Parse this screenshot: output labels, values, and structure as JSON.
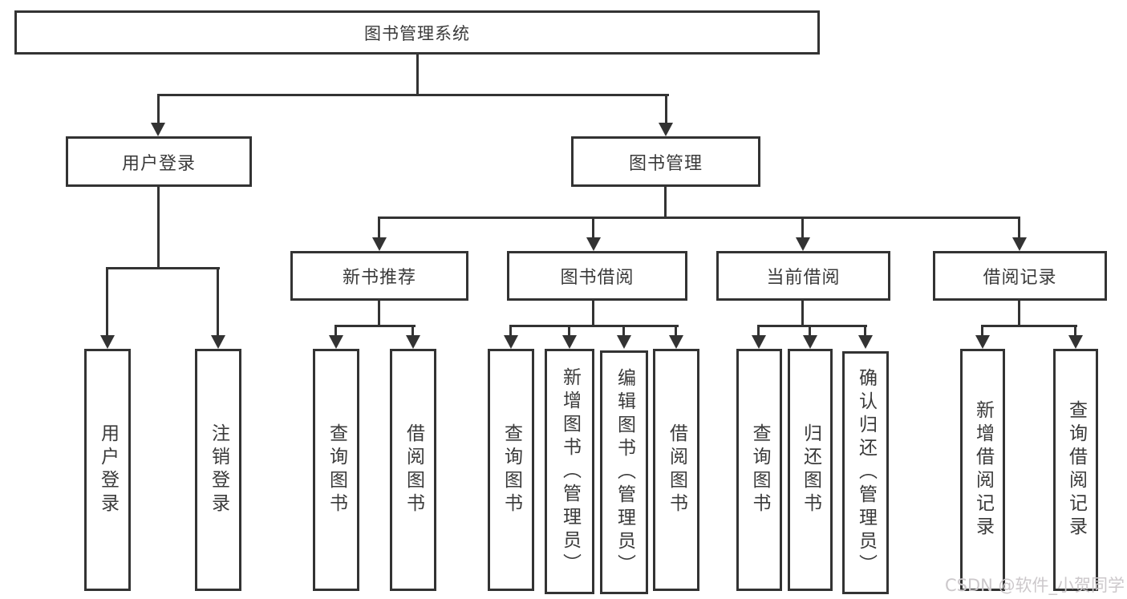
{
  "tree": {
    "root": "图书管理系统",
    "children": [
      {
        "label": "用户登录",
        "children": [
          "用户登录",
          "注销登录"
        ]
      },
      {
        "label": "图书管理",
        "children": [
          {
            "label": "新书推荐",
            "children": [
              "查询图书",
              "借阅图书"
            ]
          },
          {
            "label": "图书借阅",
            "children": [
              "查询图书",
              "新增图书（管理员）",
              "编辑图书（管理员）",
              "借阅图书"
            ]
          },
          {
            "label": "当前借阅",
            "children": [
              "查询图书",
              "归还图书",
              "确认归还（管理员）"
            ]
          },
          {
            "label": "借阅记录",
            "children": [
              "新增借阅记录",
              "查询借阅记录"
            ]
          }
        ]
      }
    ]
  },
  "watermark": {
    "text": "CSDN @软件_小贺同学"
  },
  "colors": {
    "line": "#333333",
    "text": "#3a3a3a",
    "background": "#ffffff",
    "watermark_text": "#ccc8cb"
  }
}
